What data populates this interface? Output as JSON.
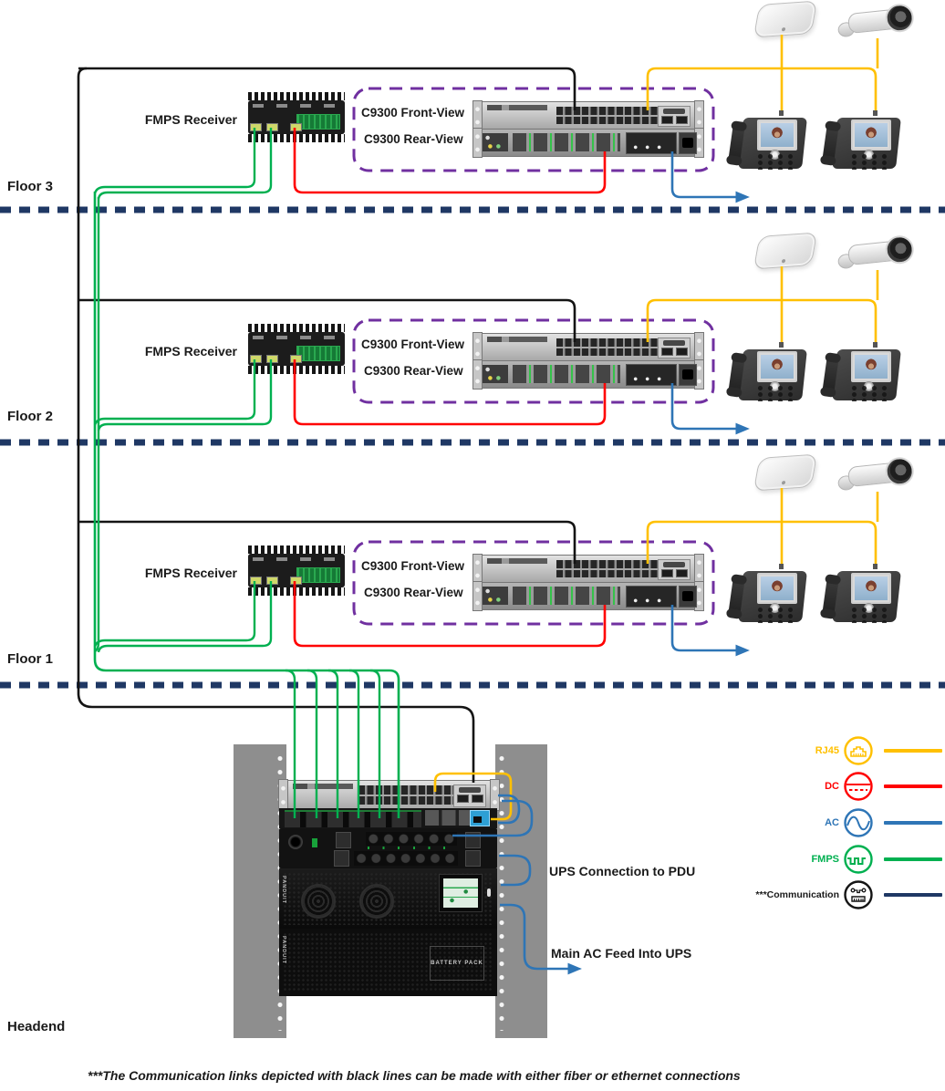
{
  "floors": [
    {
      "name": "Floor 3",
      "receiver": "FMPS Receiver",
      "front": "C9300 Front-View",
      "rear": "C9300 Rear-View"
    },
    {
      "name": "Floor 2",
      "receiver": "FMPS Receiver",
      "front": "C9300 Front-View",
      "rear": "C9300 Rear-View"
    },
    {
      "name": "Floor 1",
      "receiver": "FMPS Receiver",
      "front": "C9300 Front-View",
      "rear": "C9300 Rear-View"
    }
  ],
  "headend": {
    "name": "Headend",
    "ups_to_pdu": "UPS Connection to PDU",
    "main_ac": "Main AC Feed Into UPS",
    "battery": "BATTERY PACK",
    "brand": "PANDUIT"
  },
  "legend": [
    {
      "label": "RJ45",
      "color": "#FFC000"
    },
    {
      "label": "DC",
      "color": "#FF0000"
    },
    {
      "label": "AC",
      "color": "#2E75B6"
    },
    {
      "label": "FMPS",
      "color": "#00B050"
    },
    {
      "label": "***Communication",
      "color": "#1F3864"
    }
  ],
  "footnote": "***The Communication links depicted with black lines can be made with either fiber or ethernet connections",
  "colors": {
    "rj45": "#FFC000",
    "dc": "#FF0000",
    "ac": "#2E75B6",
    "fmps": "#00B050",
    "communication": "#141414",
    "floor_divider": "#1F3864",
    "c9300_box": "#7030A0"
  }
}
